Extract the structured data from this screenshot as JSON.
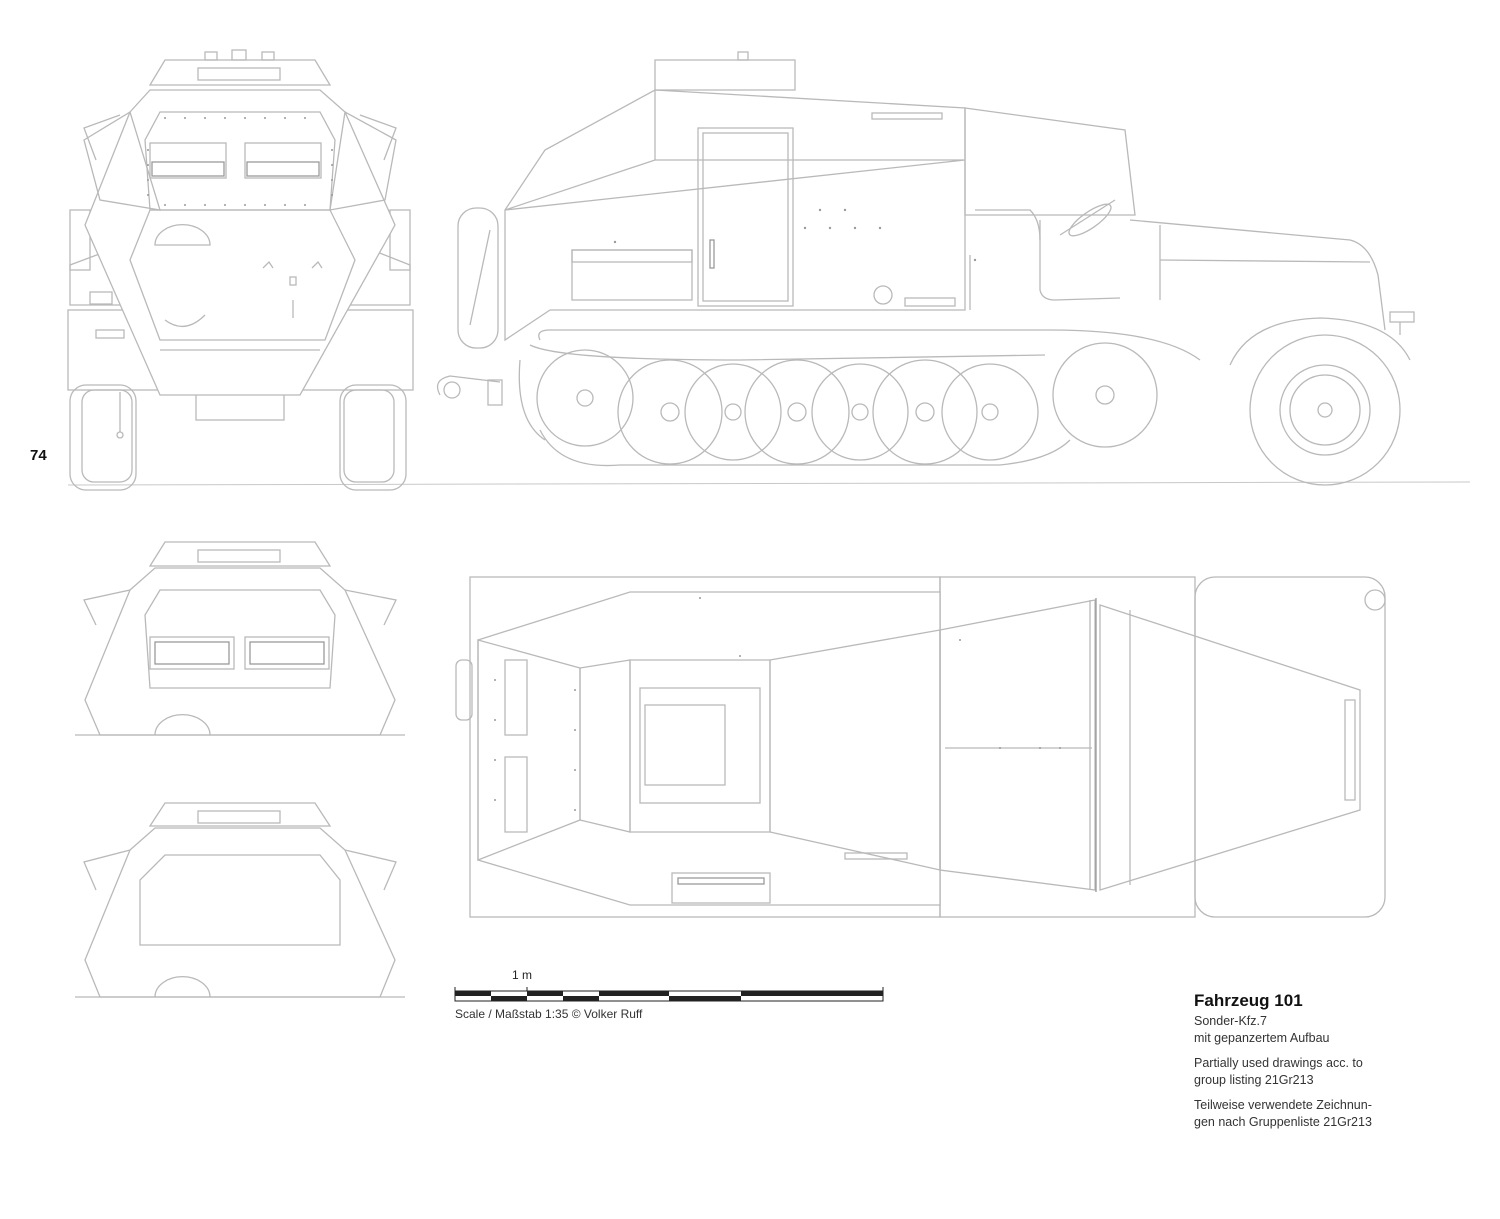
{
  "page_number": "74",
  "scale": {
    "unit_label": "1 m",
    "caption": "Scale / Maßstab 1:35 © Volker Ruff"
  },
  "info": {
    "title": "Fahrzeug 101",
    "subtitle_lines": [
      "Sonder-Kfz.7",
      "mit gepanzertem Aufbau"
    ],
    "english_lines": [
      "Partially used drawings acc. to",
      "group listing 21Gr213"
    ],
    "german_lines": [
      "Teilweise verwendete Zeichnun-",
      "gen nach Gruppenliste 21Gr213"
    ]
  }
}
